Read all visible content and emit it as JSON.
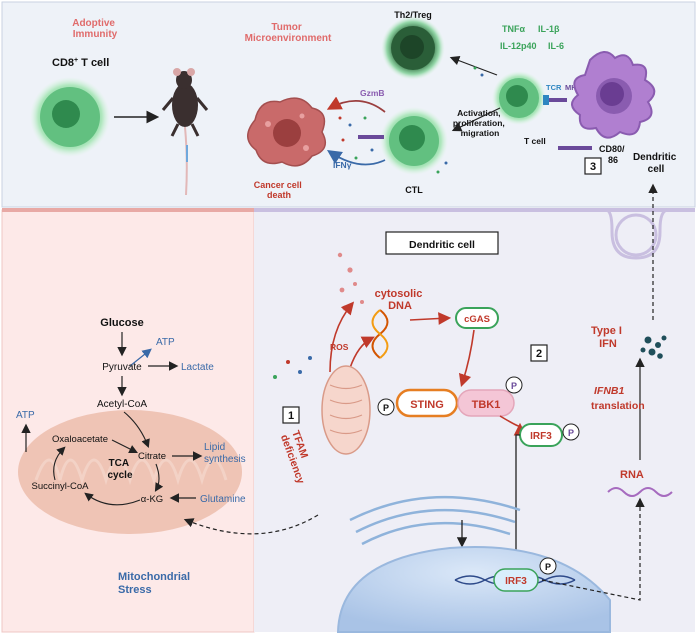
{
  "top_panel": {
    "adaptive_immunity": [
      "Adoptive",
      "Immunity"
    ],
    "cd8_label": "CD8",
    "cd8_sup": "+",
    "cd8_suffix": " T cell",
    "tumor_microenvironment": [
      "Tumor",
      "Microenvironment"
    ],
    "th2_treg": "Th2/Treg",
    "cytokines": [
      "TNFα",
      "IL-1β",
      "IL-12p40",
      "IL-6"
    ],
    "gzmb": "GzmB",
    "ifng": "IFNγ",
    "activation": [
      "Activation,",
      "proliferation,",
      "migration"
    ],
    "tcr": "TCR",
    "mhc": "MHC",
    "cd80": [
      "CD80/",
      "86"
    ],
    "t_cell": "T cell",
    "dendritic_cell": [
      "Dendritic",
      "cell"
    ],
    "cancer_cell_death": [
      "Cancer cell",
      "death"
    ],
    "ctl": "CTL",
    "step3": "3"
  },
  "metabolism_panel": {
    "glucose": "Glucose",
    "atp_top": "ATP",
    "pyruvate": "Pyruvate",
    "lactate": "Lactate",
    "acetyl_coa": "Acetyl-CoA",
    "atp_left": "ATP",
    "oxaloacetate": "Oxaloacetate",
    "citrate": "Citrate",
    "lipid_synthesis": [
      "Lipid",
      "synthesis"
    ],
    "tca_cycle": [
      "TCA",
      "cycle"
    ],
    "succinyl_coa": "Succinyl-CoA",
    "akg": "α-KG",
    "glutamine": "Glutamine",
    "mito_stress": [
      "Mitochondrial",
      "Stress"
    ]
  },
  "dc_panel": {
    "title": "Dendritic cell",
    "ros": "ROS",
    "cytosolic_dna": [
      "cytosolic",
      "DNA"
    ],
    "cgas": "cGAS",
    "step1": "1",
    "tfam": [
      "TFAM",
      "deficiency"
    ],
    "step2": "2",
    "sting": "STING",
    "tbk1": "TBK1",
    "p": "P",
    "irf3": "IRF3",
    "irf3_nuclear": "IRF3",
    "type1_ifn": [
      "Type I",
      "IFN"
    ],
    "ifnb1": "IFNB1",
    "translation": "translation",
    "rna": "RNA"
  },
  "colors": {
    "top_bg": "#eef2f8",
    "left_bg": "#fde9e8",
    "right_bg": "#eeeef6",
    "red_label": "#e06b6b",
    "dark_red": "#c0392b",
    "green_text": "#3aa35a",
    "blue_text": "#3a6aa8",
    "cell_green": "#5fbf7a",
    "dc_purple": "#8a5cb0"
  }
}
